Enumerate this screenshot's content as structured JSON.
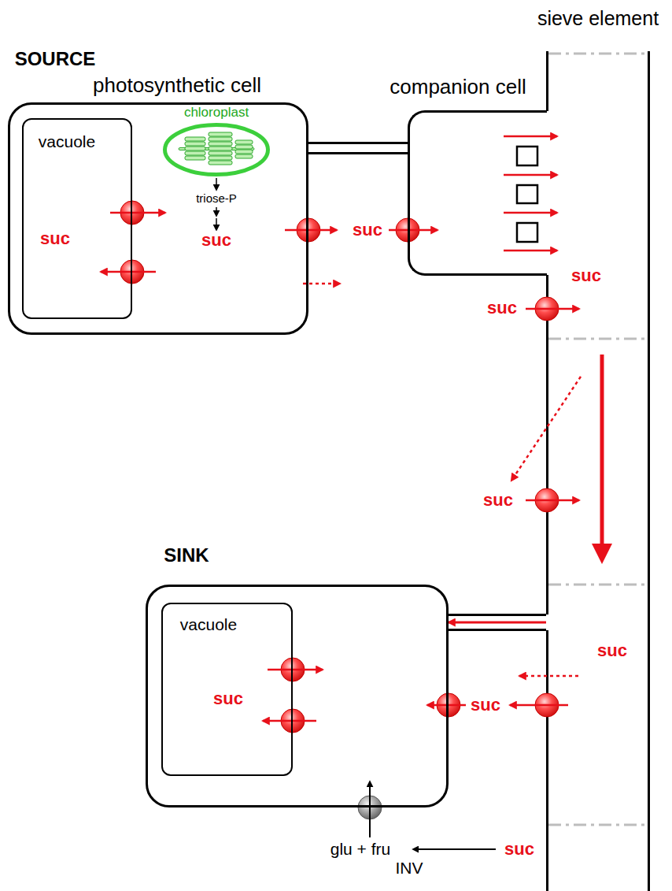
{
  "diagram": {
    "nodes": [
      {
        "text": [
          "photosynthetic cell",
          "triose-P",
          "suc"
        ]
      },
      {
        "text": [
          "vacuole",
          "suc"
        ],
        "in": 0
      },
      {
        "text": [
          "chloroplast"
        ],
        "in": 0
      },
      {
        "text": [
          "companion cell"
        ]
      },
      {
        "text": [
          "sieve element",
          "suc",
          "suc"
        ]
      },
      {
        "text": [
          "SINK"
        ]
      },
      {
        "text": [
          "vacuole",
          "suc"
        ],
        "in": 5
      }
    ],
    "edges": [
      {
        "from": 0,
        "to": 3,
        "arrow": "none"
      },
      {
        "from": 4,
        "to": 5,
        "arrow": "to"
      }
    ],
    "labels": [
      "SOURCE",
      "suc",
      "suc",
      "suc",
      "suc",
      "glu + fru",
      "INV",
      "suc"
    ]
  }
}
